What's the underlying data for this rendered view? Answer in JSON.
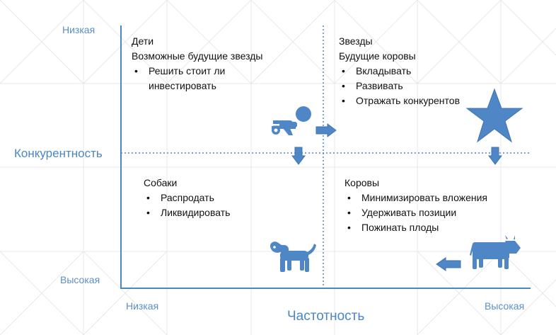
{
  "axes": {
    "y_title": "Конкурентность",
    "y_top": "Низкая",
    "y_bottom": "Высокая",
    "x_title": "Частотность",
    "x_left": "Низкая",
    "x_right": "Высокая"
  },
  "quadrants": {
    "children": {
      "title": "Дети",
      "subtitle": "Возможные будущие звезды",
      "bullets": [
        "Решить стоит ли",
        "инвестировать"
      ]
    },
    "stars": {
      "title": "Звезды",
      "subtitle": "Будущие коровы",
      "bullets": [
        "Вкладывать",
        "Развивать",
        "Отражать конкурентов"
      ]
    },
    "dogs": {
      "title": "Собаки",
      "bullets": [
        "Распродать",
        "Ликвидировать"
      ]
    },
    "cows": {
      "title": "Коровы",
      "bullets": [
        "Минимизировать вложения",
        "Удерживать позиции",
        "Пожинать плоды"
      ]
    }
  },
  "colors": {
    "accent": "#4a86c8",
    "icon_fill": "#4f86c6",
    "axis_line": "#4a86c8",
    "grid": "#e6e6e6"
  },
  "icons": [
    "baby-icon",
    "star-icon",
    "dog-icon",
    "cow-icon",
    "arrow-right-icon",
    "arrow-down-icon",
    "arrow-left-icon"
  ]
}
